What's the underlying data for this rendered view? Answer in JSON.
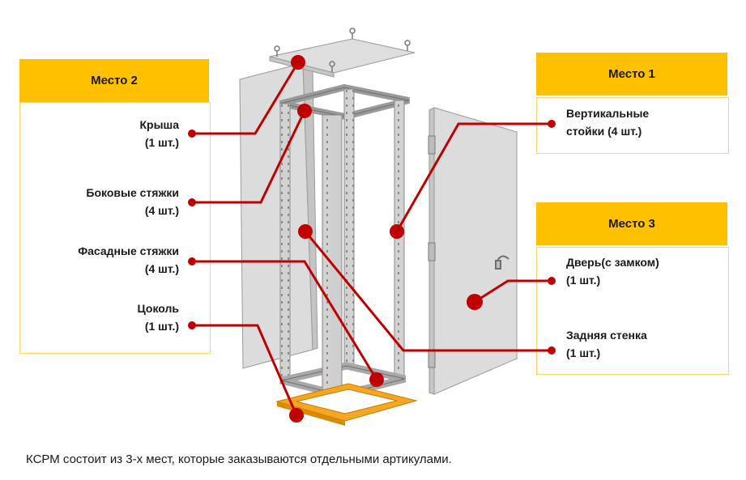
{
  "place2": {
    "title": "Место 2",
    "items": [
      {
        "name": "Крыша",
        "qty": "(1 шт.)"
      },
      {
        "name": "Боковые стяжки",
        "qty": "(4 шт.)"
      },
      {
        "name": "Фасадные стяжки",
        "qty": "(4 шт.)"
      },
      {
        "name": "Цоколь",
        "qty": "(1 шт.)"
      }
    ]
  },
  "place1": {
    "title": "Место 1",
    "items": [
      {
        "name": "Вертикальные",
        "qty": "стойки (4 шт.)"
      }
    ]
  },
  "place3": {
    "title": "Место 3",
    "items": [
      {
        "name": "Дверь(с замком)",
        "qty": "(1 шт.)"
      },
      {
        "name": "Задняя стенка",
        "qty": "(1 шт.)"
      }
    ]
  },
  "caption": "КСРМ состоит из 3-х мест, которые заказываются отдельными артикулами.",
  "colors": {
    "accent": "#ffc000",
    "marker": "#c00000",
    "plinth": "#f5a623",
    "panel": "#d9d9d9"
  }
}
